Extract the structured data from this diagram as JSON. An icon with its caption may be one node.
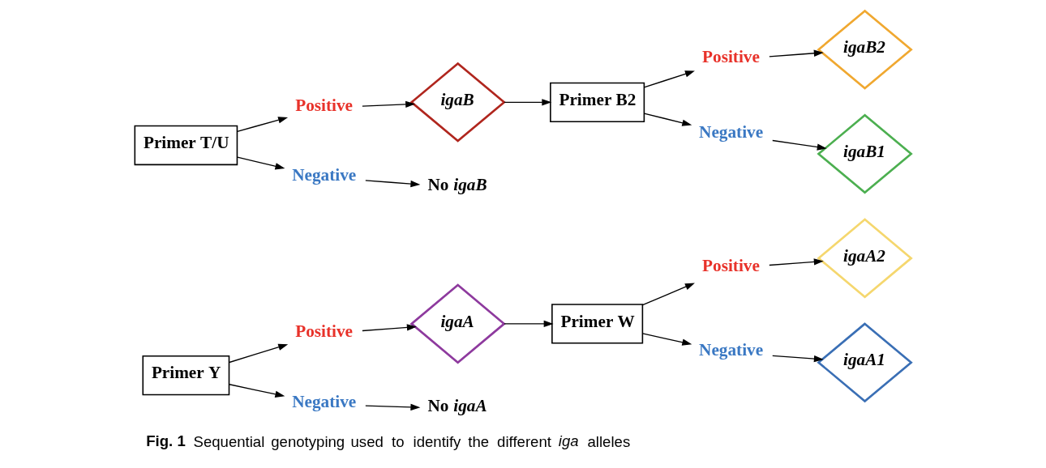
{
  "diagram": {
    "caption": "**Fig. 1** Sequential genotyping used to identify the different *iga* alleles",
    "nodes": [
      {
        "text": [
          "Primer Y"
        ]
      },
      {
        "text": [
          "Positive"
        ]
      },
      {
        "text": [
          "Negative"
        ]
      },
      {
        "text": [
          "igaA"
        ]
      },
      {
        "text": [
          "No *igaA*"
        ]
      },
      {
        "text": [
          "Primer W"
        ]
      },
      {
        "text": [
          "Positive"
        ]
      },
      {
        "text": [
          "Negative"
        ]
      },
      {
        "text": [
          "igaA2"
        ]
      },
      {
        "text": [
          "igaA1"
        ]
      },
      {
        "text": [
          "Primer T/U"
        ]
      },
      {
        "text": [
          "Positive"
        ]
      },
      {
        "text": [
          "Negative"
        ]
      },
      {
        "text": [
          "igaB"
        ]
      },
      {
        "text": [
          "No *igaB*"
        ]
      },
      {
        "text": [
          "Primer B2"
        ]
      },
      {
        "text": [
          "Positive"
        ]
      },
      {
        "text": [
          "Negative"
        ]
      },
      {
        "text": [
          "igaB2"
        ]
      },
      {
        "text": [
          "igaB1"
        ]
      }
    ],
    "edges": [
      {
        "from": 0,
        "to": 1,
        "arrow": "to"
      },
      {
        "from": 0,
        "to": 2,
        "arrow": "to"
      },
      {
        "from": 1,
        "to": 3,
        "arrow": "to"
      },
      {
        "from": 2,
        "to": 4,
        "arrow": "to"
      },
      {
        "from": 3,
        "to": 5,
        "arrow": "to"
      },
      {
        "from": 5,
        "to": 6,
        "arrow": "to"
      },
      {
        "from": 5,
        "to": 7,
        "arrow": "to"
      },
      {
        "from": 6,
        "to": 8,
        "arrow": "to"
      },
      {
        "from": 7,
        "to": 9,
        "arrow": "to"
      },
      {
        "from": 10,
        "to": 11,
        "arrow": "to"
      },
      {
        "from": 10,
        "to": 12,
        "arrow": "to"
      },
      {
        "from": 11,
        "to": 13,
        "arrow": "to"
      },
      {
        "from": 12,
        "to": 14,
        "arrow": "to"
      },
      {
        "from": 13,
        "to": 15,
        "arrow": "to"
      },
      {
        "from": 15,
        "to": 16,
        "arrow": "to"
      },
      {
        "from": 15,
        "to": 17,
        "arrow": "to"
      },
      {
        "from": 16,
        "to": 18,
        "arrow": "to"
      },
      {
        "from": 17,
        "to": 19,
        "arrow": "to"
      }
    ]
  }
}
